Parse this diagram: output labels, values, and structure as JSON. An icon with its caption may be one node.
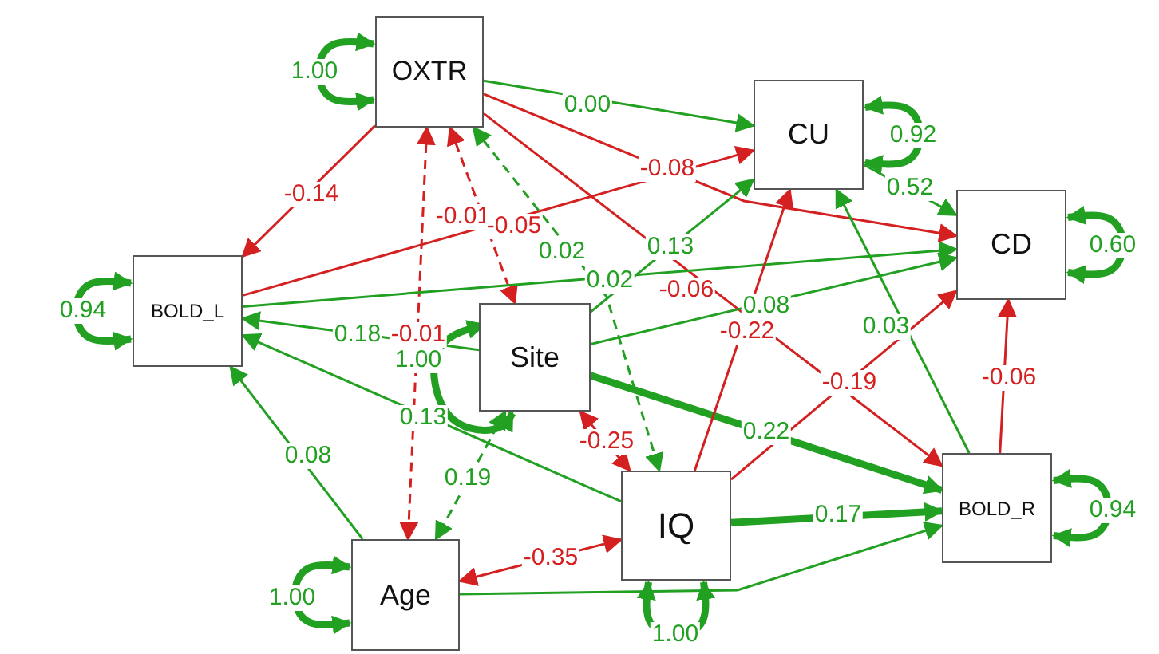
{
  "diagram": {
    "nodes": [
      {
        "text": [
          "OXTR"
        ]
      },
      {
        "text": [
          "CU"
        ]
      },
      {
        "text": [
          "CD"
        ]
      },
      {
        "text": [
          "BOLD_L"
        ]
      },
      {
        "text": [
          "Site"
        ]
      },
      {
        "text": [
          "IQ"
        ]
      },
      {
        "text": [
          "BOLD_R"
        ]
      },
      {
        "text": [
          "Age"
        ]
      }
    ],
    "edges": [
      {
        "from": 0,
        "to": 0,
        "arrow": "both",
        "label": "1.00",
        "style": "thick"
      },
      {
        "from": 0,
        "to": 1,
        "arrow": "to",
        "label": "0.00"
      },
      {
        "from": 0,
        "to": 2,
        "arrow": "to",
        "label": "-0.08",
        "color": "#d42020"
      },
      {
        "from": 0,
        "to": 3,
        "arrow": "to",
        "label": "-0.14",
        "color": "#d42020"
      },
      {
        "from": 0,
        "to": 4,
        "arrow": "both",
        "label": "-0.01",
        "style": "dashed",
        "color": "#d42020"
      },
      {
        "from": 0,
        "to": 7,
        "arrow": "both",
        "label": "-0.01",
        "style": "dashed",
        "color": "#d42020"
      },
      {
        "from": 0,
        "to": 5,
        "arrow": "both",
        "label": "0.02",
        "style": "dashed"
      },
      {
        "from": 0,
        "to": 6,
        "arrow": "to",
        "label": "-0.06",
        "color": "#d42020"
      },
      {
        "from": 1,
        "to": 1,
        "arrow": "both",
        "label": "0.92",
        "style": "thick"
      },
      {
        "from": 1,
        "to": 2,
        "arrow": "to",
        "label": "0.52"
      },
      {
        "from": 2,
        "to": 2,
        "arrow": "both",
        "label": "0.60",
        "style": "thick"
      },
      {
        "from": 3,
        "to": 3,
        "arrow": "both",
        "label": "0.94",
        "style": "thick"
      },
      {
        "from": 3,
        "to": 1,
        "arrow": "to",
        "label": "-0.05",
        "color": "#d42020"
      },
      {
        "from": 3,
        "to": 2,
        "arrow": "to",
        "label": "0.02"
      },
      {
        "from": 4,
        "to": 4,
        "arrow": "both",
        "label": "1.00",
        "style": "thick"
      },
      {
        "from": 4,
        "to": 3,
        "arrow": "to",
        "label": "0.18"
      },
      {
        "from": 4,
        "to": 1,
        "arrow": "to",
        "label": "0.13"
      },
      {
        "from": 4,
        "to": 2,
        "arrow": "to",
        "label": "0.08"
      },
      {
        "from": 4,
        "to": 6,
        "arrow": "to",
        "label": "0.22",
        "style": "thick"
      },
      {
        "from": 4,
        "to": 5,
        "arrow": "both",
        "label": "-0.25",
        "color": "#d42020"
      },
      {
        "from": 4,
        "to": 7,
        "arrow": "both",
        "label": "0.19",
        "style": "dashed"
      },
      {
        "from": 5,
        "to": 5,
        "arrow": "both",
        "label": "1.00",
        "style": "thick"
      },
      {
        "from": 5,
        "to": 3,
        "arrow": "to",
        "label": "0.13"
      },
      {
        "from": 5,
        "to": 1,
        "arrow": "to",
        "label": "-0.22",
        "color": "#d42020"
      },
      {
        "from": 5,
        "to": 2,
        "arrow": "to",
        "label": "-0.19",
        "color": "#d42020"
      },
      {
        "from": 5,
        "to": 6,
        "arrow": "to",
        "label": "0.17",
        "style": "thick"
      },
      {
        "from": 5,
        "to": 7,
        "arrow": "both",
        "label": "-0.35",
        "color": "#d42020"
      },
      {
        "from": 6,
        "to": 6,
        "arrow": "both",
        "label": "0.94",
        "style": "thick"
      },
      {
        "from": 6,
        "to": 1,
        "arrow": "to",
        "label": "0.03"
      },
      {
        "from": 6,
        "to": 2,
        "arrow": "to",
        "label": "-0.06",
        "color": "#d42020"
      },
      {
        "from": 7,
        "to": 7,
        "arrow": "both",
        "label": "1.00",
        "style": "thick"
      },
      {
        "from": 7,
        "to": 3,
        "arrow": "to",
        "label": "0.08"
      },
      {
        "from": 7,
        "to": 6,
        "arrow": "to"
      }
    ]
  }
}
